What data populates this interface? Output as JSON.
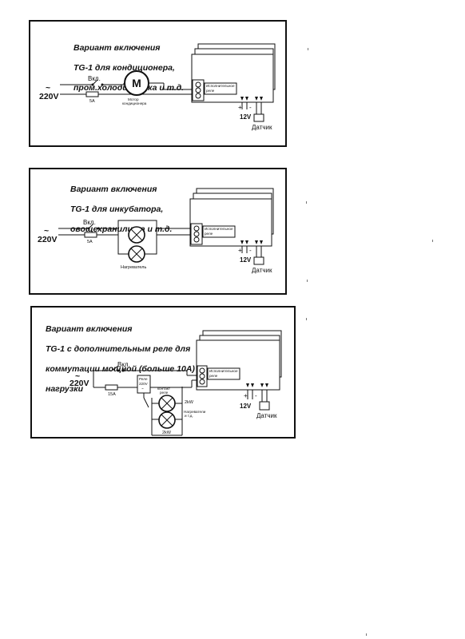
{
  "panels": [
    {
      "title_lines": [
        "Вариант включения",
        "TG-1 для кондиционера,",
        "пром.холодильника и т.д."
      ],
      "voltage_symbol": "~",
      "voltage": "220V",
      "switch_label": "Вкл.",
      "fuse_label": "5A",
      "motor_symbol": "M",
      "load_label_lines": [
        "Мотор",
        "кондиционера"
      ],
      "relay_label_lines": [
        "Исполнительное",
        "реле"
      ],
      "plus_sign": "+",
      "minus_sign": "-",
      "supply_label": "12V",
      "sensor_label": "Датчик"
    },
    {
      "title_lines": [
        "Вариант включения",
        "TG-1 для инкубатора,",
        "овощехранилища и т.д."
      ],
      "voltage_symbol": "~",
      "voltage": "220V",
      "switch_label": "Вкл.",
      "fuse_label": "5A",
      "load_label": "Нагреватель",
      "relay_label_lines": [
        "Исполнительное",
        "реле"
      ],
      "plus_sign": "+",
      "minus_sign": "-",
      "supply_label": "12V",
      "sensor_label": "Датчик"
    },
    {
      "title_lines": [
        "Вариант включения",
        "TG-1 с дополнительным реле для",
        "коммутации мощной (больше 10A)",
        "нагрузки"
      ],
      "voltage_symbol": "~",
      "voltage": "220V",
      "switch_label": "Вкл.",
      "fuse_label": "15A",
      "ext_relay_lines": [
        "Реле",
        "220V",
        "~"
      ],
      "contact_label_lines": [
        "контакт",
        "реле"
      ],
      "power_top": "2kW",
      "power_bottom": "2kW",
      "heaters_label_lines": [
        "Нагреватели",
        "и т.д."
      ],
      "relay_label_lines": [
        "Исполнительное",
        "реле"
      ],
      "plus_sign": "+",
      "minus_sign": "-",
      "supply_label": "12V",
      "sensor_label": "Датчик"
    }
  ]
}
